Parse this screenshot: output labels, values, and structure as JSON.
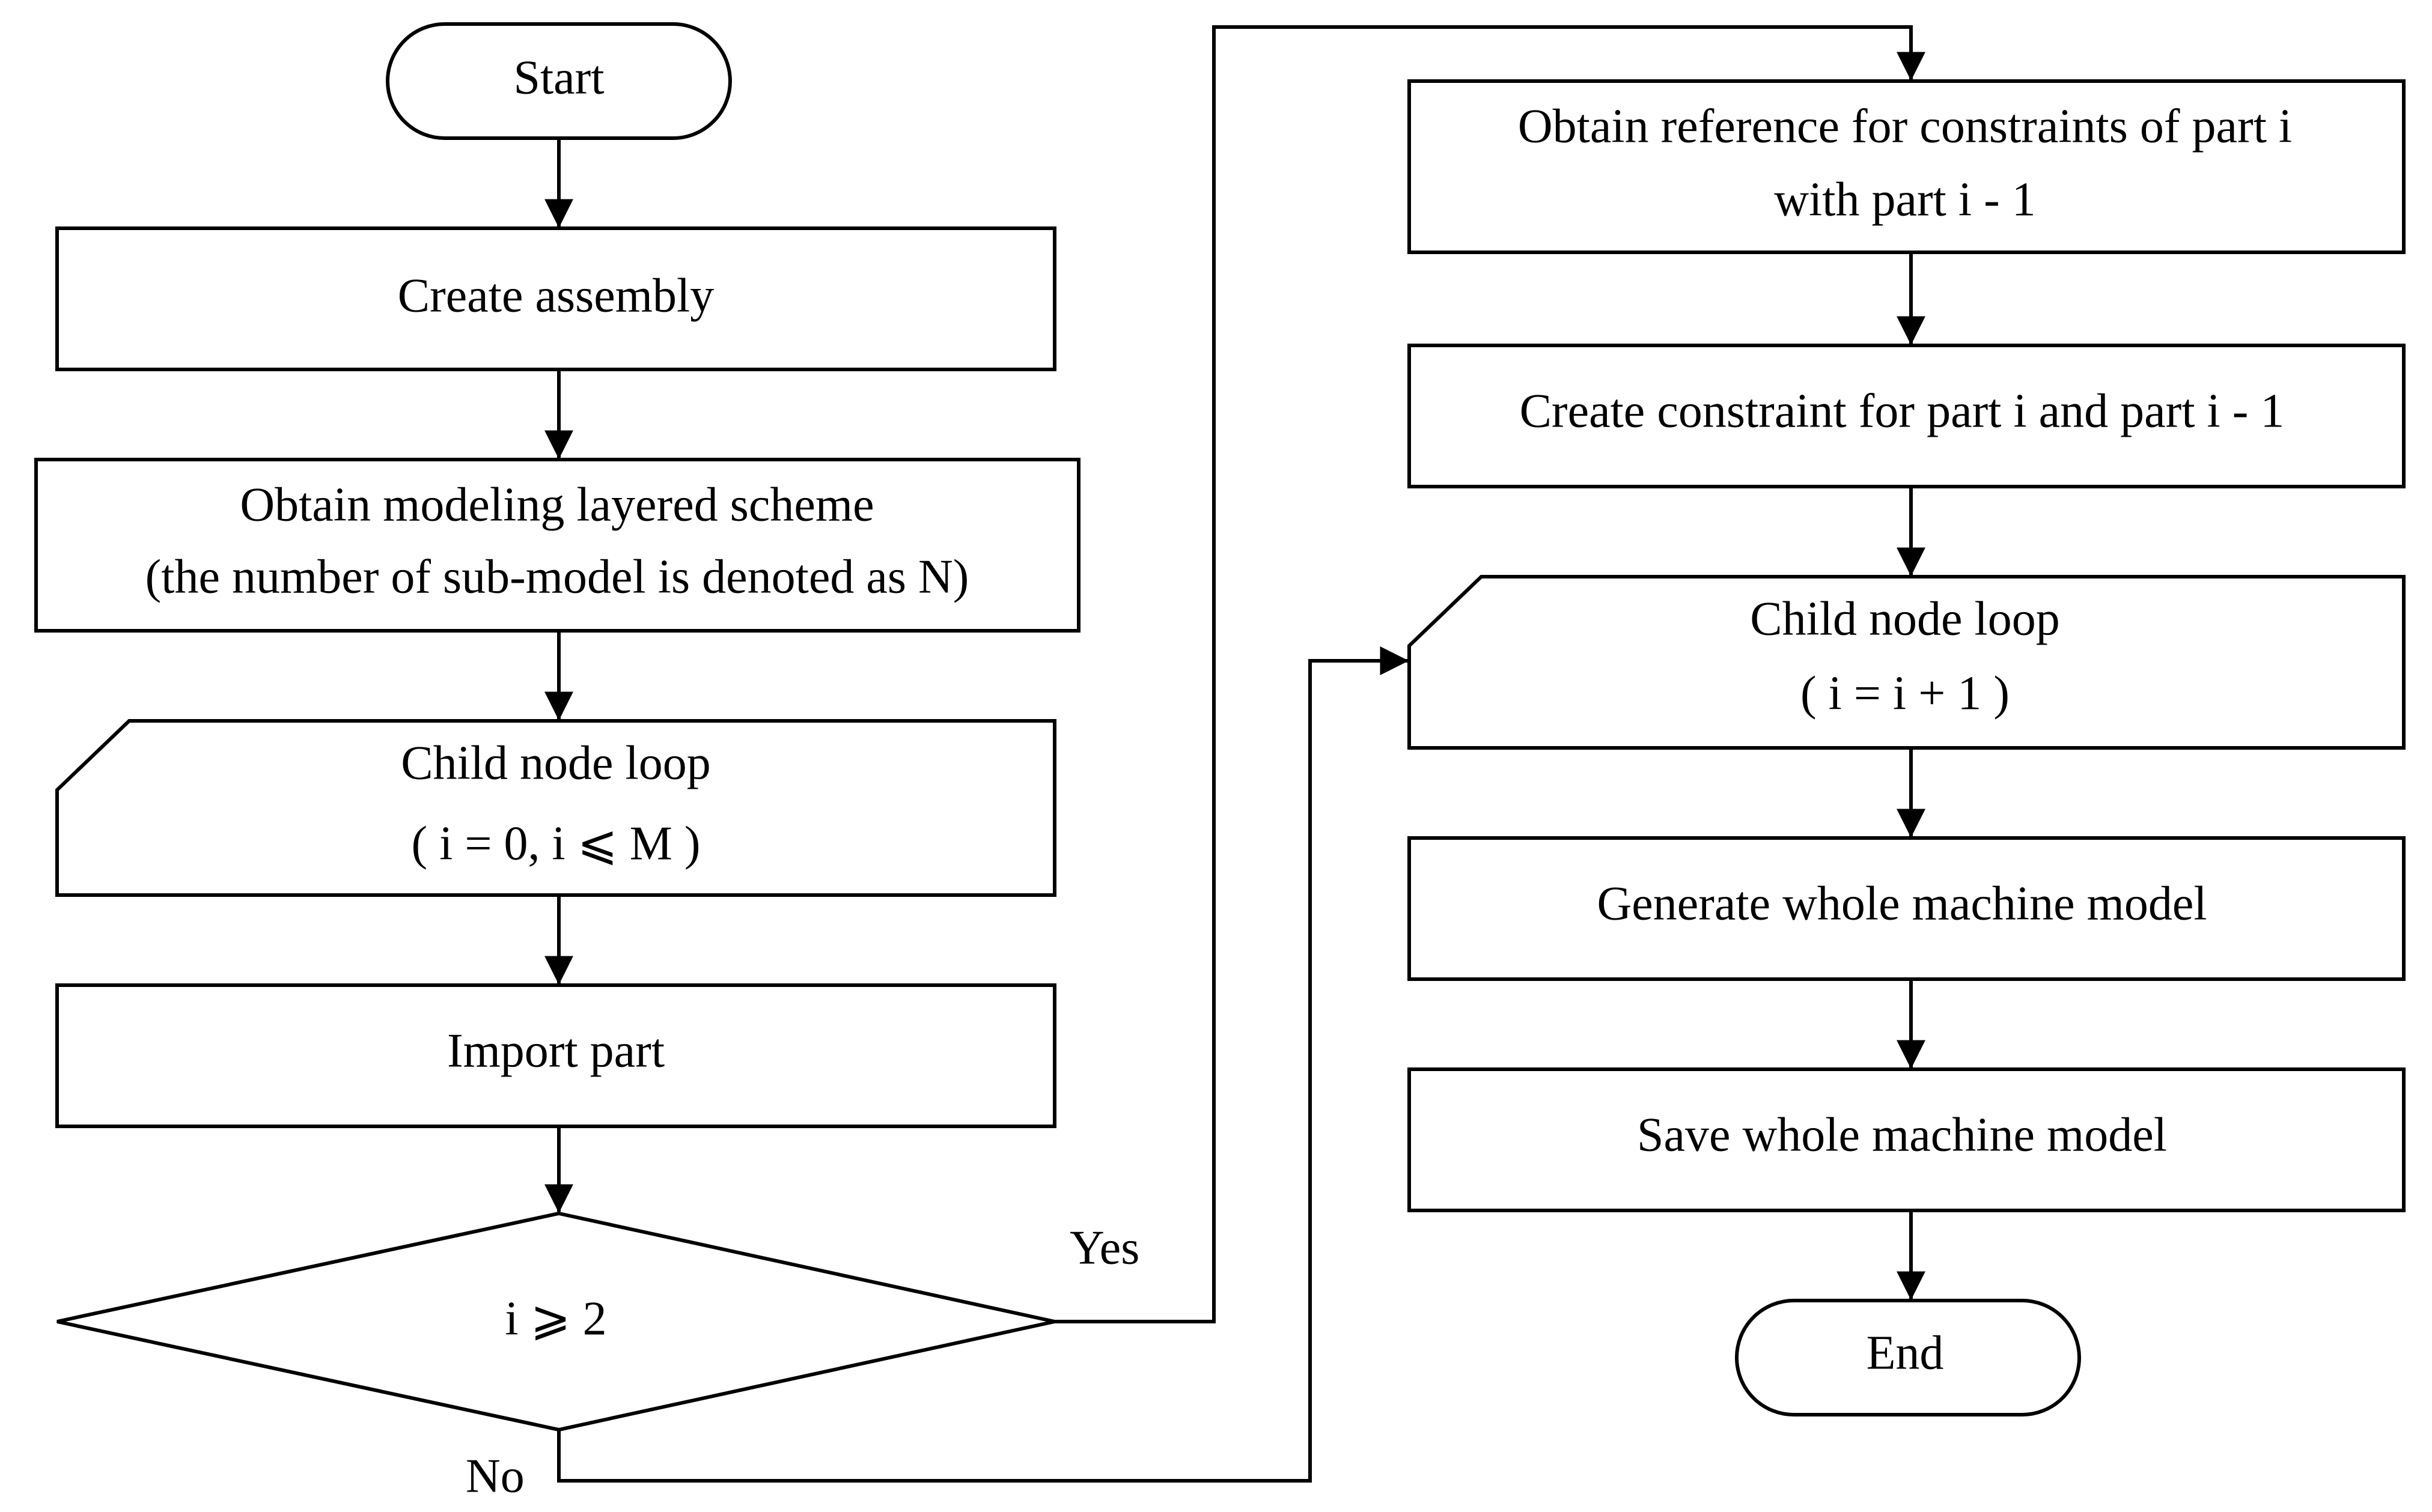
{
  "nodes": {
    "start": "Start",
    "create_assembly": "Create assembly",
    "obtain_scheme": {
      "line1": "Obtain modeling layered scheme",
      "line2": "(the number of sub-model is denoted as N)"
    },
    "child_loop_left": {
      "line1": "Child node loop",
      "line2": "( i = 0, i ⩽ M )"
    },
    "import_part": "Import part",
    "decision": "i ⩾ 2",
    "obtain_reference": {
      "line1": "Obtain reference for constraints of part i",
      "line2": "with part i - 1"
    },
    "create_constraint": "Create constraint for part i and part i - 1",
    "child_loop_right": {
      "line1": "Child node loop",
      "line2": "( i = i + 1 )"
    },
    "generate_model": "Generate whole machine model",
    "save_model": "Save whole machine model",
    "end": "End"
  },
  "edges": {
    "yes_label": "Yes",
    "no_label": "No"
  },
  "colors": {
    "stroke": "#000000",
    "fill": "#ffffff",
    "text": "#000000"
  }
}
